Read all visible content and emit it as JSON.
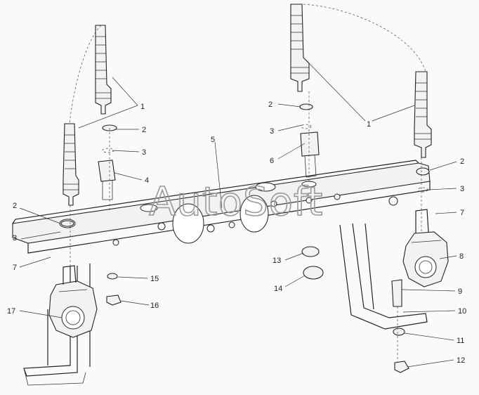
{
  "watermark": "AutoSoft",
  "callouts": {
    "c1a": "1",
    "c1b": "1",
    "c2a": "2",
    "c2b": "2",
    "c2c": "2",
    "c2d": "2",
    "c3a": "3",
    "c3b": "3",
    "c3c": "3",
    "c3d": "3",
    "c4": "4",
    "c5": "5",
    "c6": "6",
    "c7a": "7",
    "c7b": "7",
    "c8": "8",
    "c9": "9",
    "c10": "10",
    "c11": "11",
    "c12": "12",
    "c13": "13",
    "c14": "14",
    "c15": "15",
    "c16": "16",
    "c17": "17"
  }
}
